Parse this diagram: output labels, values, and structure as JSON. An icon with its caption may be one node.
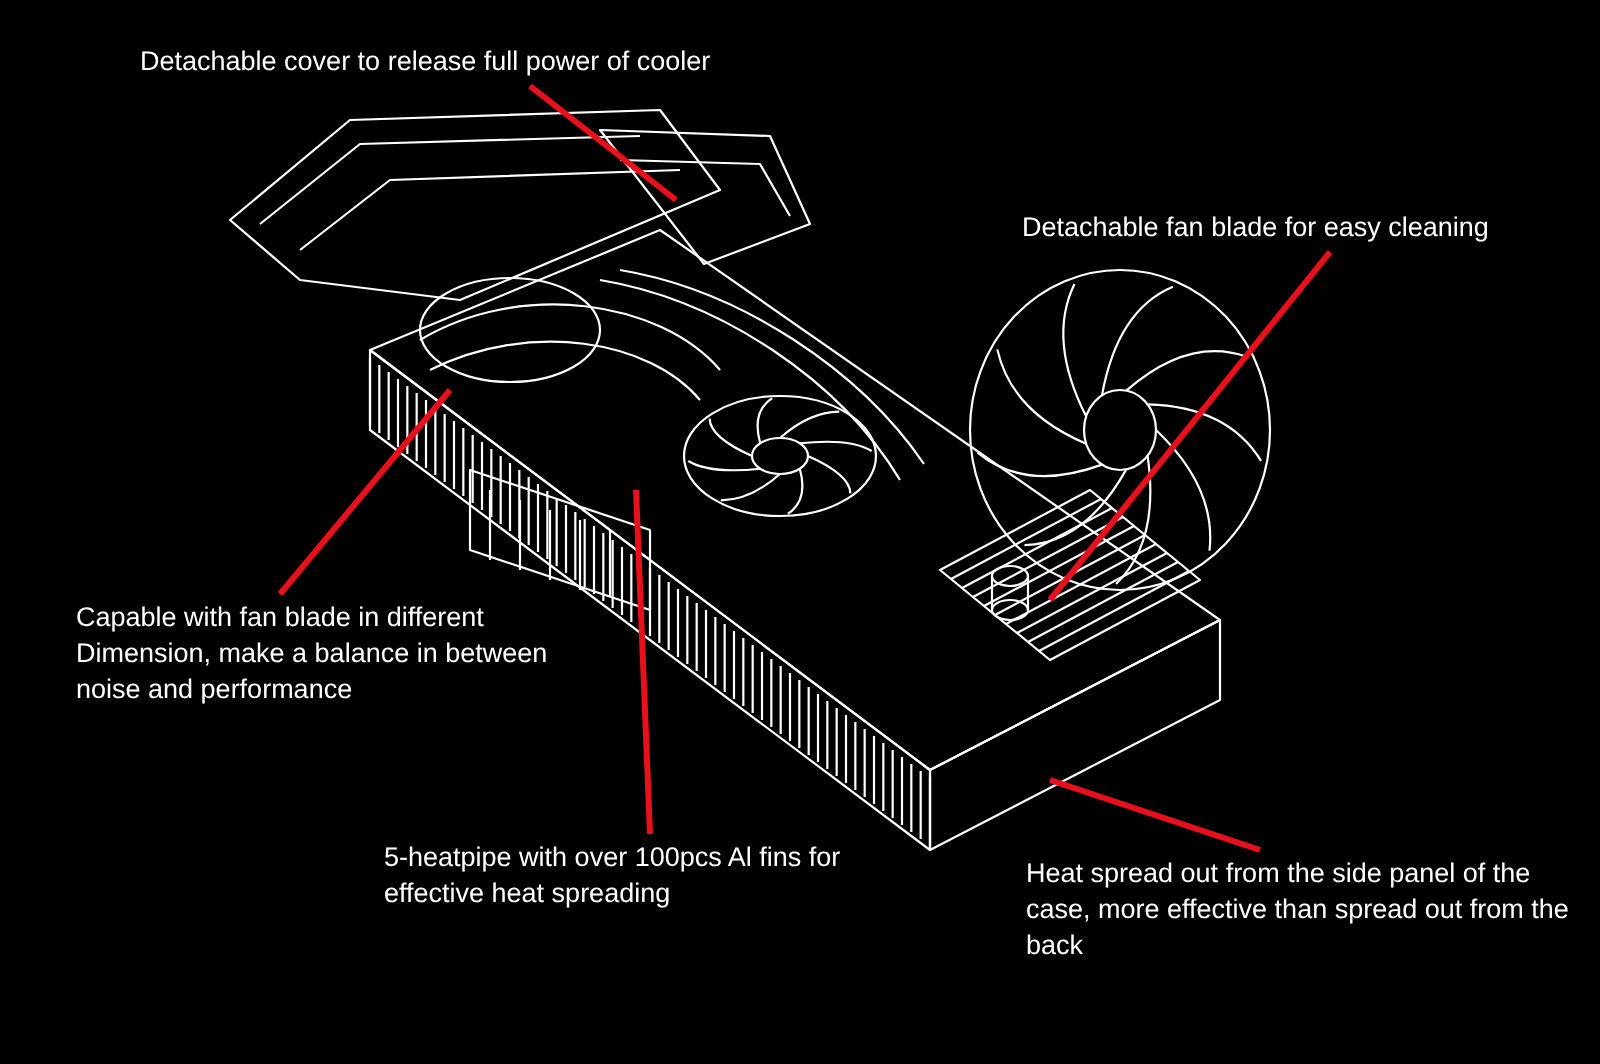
{
  "diagram": {
    "nodes": [
      {
        "text": [
          "Detachable cover to release full power of cooler"
        ]
      },
      {
        "text": [
          "Detachable fan blade for easy cleaning"
        ]
      },
      {
        "text": [
          "Capable with fan blade in different Dimension, make a balance in between noise and performance"
        ]
      },
      {
        "text": [
          "5-heatpipe with over 100pcs Al fins for effective heat spreading"
        ]
      },
      {
        "text": [
          "Heat spread out from the side panel of the case, more effective than spread out from the back"
        ]
      }
    ],
    "edges": [
      {
        "from": 0,
        "to": null,
        "arrow": "none"
      },
      {
        "from": 1,
        "to": null,
        "arrow": "none"
      },
      {
        "from": 2,
        "to": null,
        "arrow": "none"
      },
      {
        "from": 3,
        "to": null,
        "arrow": "none"
      },
      {
        "from": 4,
        "to": null,
        "arrow": "none"
      }
    ]
  }
}
